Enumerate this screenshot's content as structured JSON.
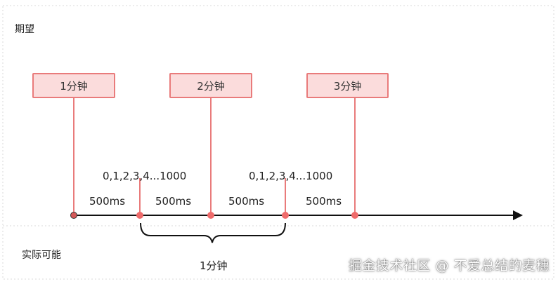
{
  "sections": {
    "expected_label": "期望",
    "actual_label": "实际可能"
  },
  "minute_boxes": [
    {
      "label": "1分钟"
    },
    {
      "label": "2分钟"
    },
    {
      "label": "3分钟"
    }
  ],
  "sequences": [
    {
      "label": "0,1,2,3,4...1000"
    },
    {
      "label": "0,1,2,3,4...1000"
    }
  ],
  "intervals": [
    {
      "label": "500ms"
    },
    {
      "label": "500ms"
    },
    {
      "label": "500ms"
    },
    {
      "label": "500ms"
    }
  ],
  "brace": {
    "label": "1分钟"
  },
  "watermark": "掘金技术社区 @ 不爱总结的麦穗",
  "colors": {
    "box_fill": "#fbdcdc",
    "box_border": "#e97b7b",
    "dot": "#ef6b6b",
    "axis": "#111111",
    "frame": "#d9d9d9"
  }
}
